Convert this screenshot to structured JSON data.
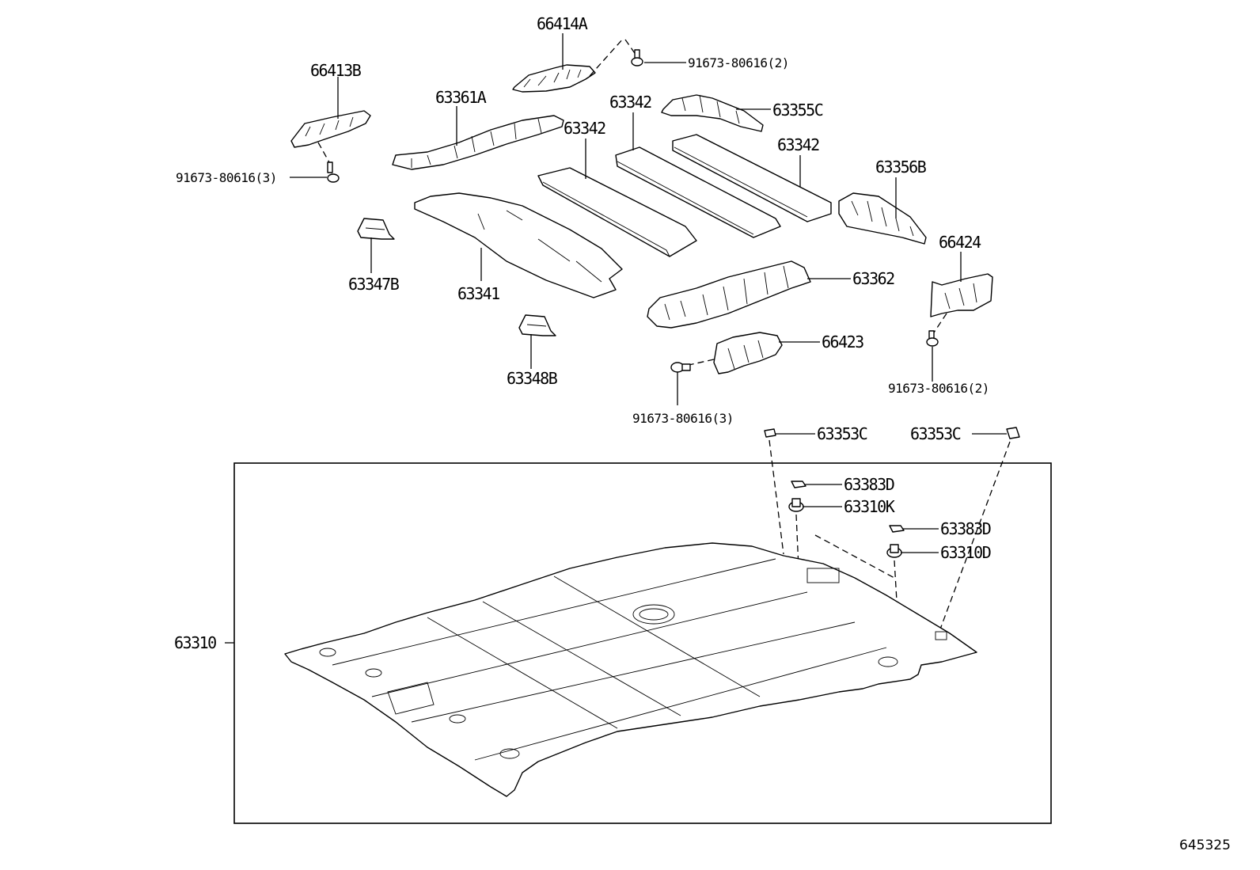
{
  "diagram": {
    "diagram_id": "645325",
    "labels": {
      "l66414A": "66414A",
      "l91673_a": "91673-80616(2)",
      "l66413B": "66413B",
      "l63361A": "63361A",
      "l63342_a": "63342",
      "l63342_b": "63342",
      "l63342_c": "63342",
      "l63355C": "63355C",
      "l91673_b": "91673-80616(3)",
      "l63356B": "63356B",
      "l66424": "66424",
      "l63347B": "63347B",
      "l63341": "63341",
      "l63362": "63362",
      "l66423": "66423",
      "l63348B": "63348B",
      "l91673_c": "91673-80616(2)",
      "l91673_d": "91673-80616(3)",
      "l63353C_a": "63353C",
      "l63353C_b": "63353C",
      "l63383D_a": "63383D",
      "l63310K": "63310K",
      "l63383D_b": "63383D",
      "l63310D": "63310D",
      "l63310": "63310"
    }
  }
}
